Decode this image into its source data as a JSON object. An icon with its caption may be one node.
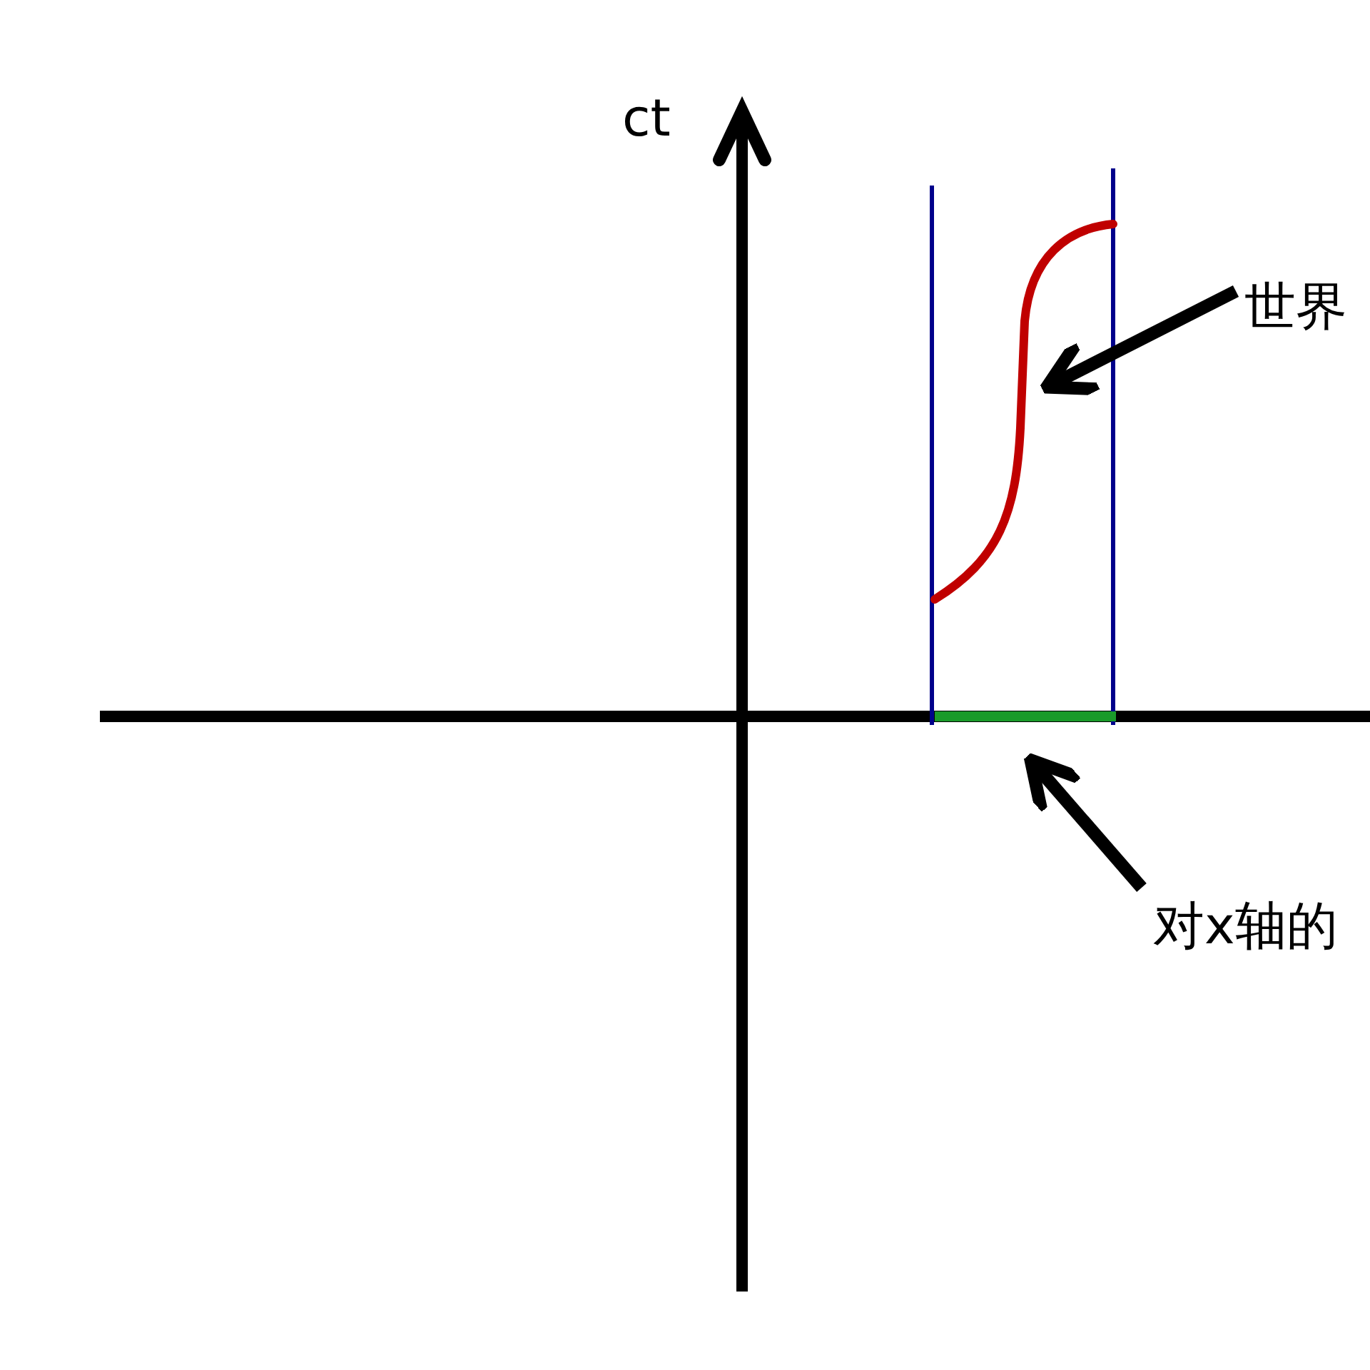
{
  "diagram": {
    "nodes": [
      {
        "text": [
          "世界"
        ]
      },
      {
        "text": [],
        "shape": "curve"
      },
      {
        "text": [
          "对x轴的"
        ]
      },
      {
        "text": [],
        "shape": "bar"
      }
    ],
    "edges": [
      {
        "from": 0,
        "to": 1,
        "arrow": "to"
      },
      {
        "from": 2,
        "to": 3,
        "arrow": "to"
      }
    ],
    "labels": [
      "ct"
    ]
  }
}
